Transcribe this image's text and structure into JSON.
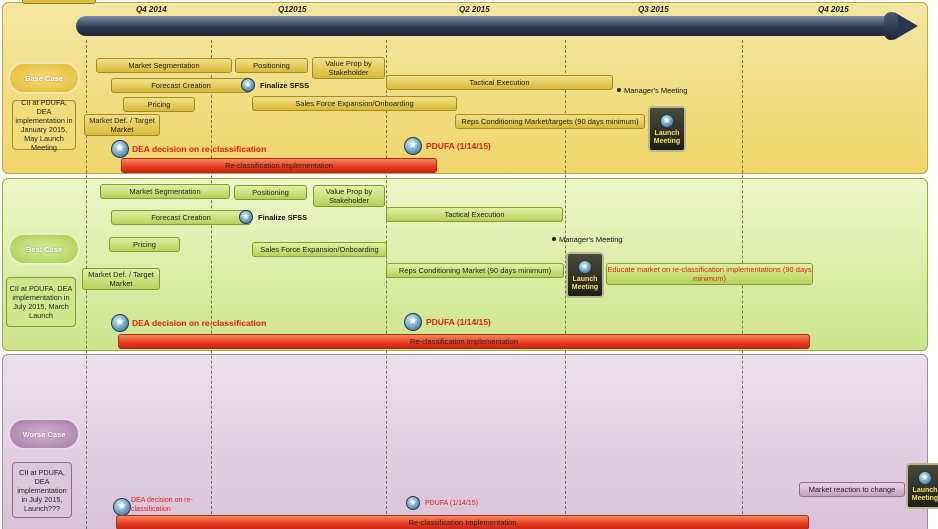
{
  "timeline": {
    "quarters": [
      "Q4 2014",
      "Q12015",
      "Q2 2015",
      "Q3 2015",
      "Q4 2015"
    ]
  },
  "base": {
    "case_label": "Base Case",
    "description": "CII at PDUFA, DEA implementation in January 2015, May Launch Meeting",
    "bars": {
      "market_segmentation": "Market Segmentation",
      "positioning": "Positioning",
      "value_prop": "Value Prop by Stakeholder",
      "forecast_creation": "Forecast Creation",
      "tactical_execution": "Tactical Execution",
      "pricing": "Pricing",
      "sales_force": "Sales Force Expansion/Onboarding",
      "market_def": "Market Def. / Target Market",
      "reps_conditioning": "Reps Conditioning Market/targets (90 days minimum)",
      "reclassification": "Re-classification Implementation"
    },
    "finalize_sfss": "Finalize SFSS",
    "managers_meeting": "Manager's Meeting",
    "launch_meeting": "Launch Meeting",
    "dea_decision": "DEA decision on re-classification",
    "pdufa": "PDUFA (1/14/15)"
  },
  "best": {
    "case_label": "Best Case",
    "description": "CII at PDUFA, DEA implementation in July 2015, March Launch",
    "bars": {
      "market_segmentation": "Market Segmentation",
      "positioning": "Positioning",
      "value_prop": "Value Prop by Stakeholder",
      "forecast_creation": "Forecast Creation",
      "tactical_execution": "Tactical Execution",
      "pricing": "Pricing",
      "sales_force": "Sales Force Expansion/Onboarding",
      "market_def": "Market Def. / Target Market",
      "reps_conditioning": "Reps Conditioning Market (90 days minimum)",
      "educate_market": "Educate market on re-classification implementations (90 days minimum)",
      "reclassification": "Re-classification Implementation"
    },
    "finalize_sfss": "Finalize SFSS",
    "managers_meeting": "Manager's Meeting",
    "launch_meeting": "Launch Meeting",
    "dea_decision": "DEA decision on re-classification",
    "pdufa": "PDUFA (1/14/15)"
  },
  "worse": {
    "case_label": "Worse Case",
    "description": "CII at PDUFA, DEA implementation in July 2015, Launch???",
    "bars": {
      "market_reaction": "Market reaction to change",
      "reclassification": "Re-classification Implementation"
    },
    "launch_meeting": "Launch Meeting",
    "dea_decision": "DEA decision on re-classification",
    "pdufa": "PDUFA (1/14/15)"
  }
}
